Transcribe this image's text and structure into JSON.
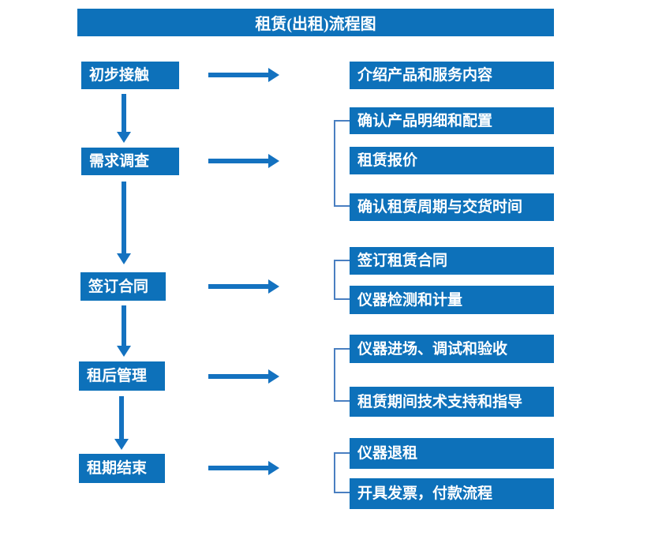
{
  "title": "租赁(出租)流程图",
  "colors": {
    "box_fill": "#0d71ba",
    "arrow": "#1472c0",
    "bracket_line": "#4a7fc1",
    "text": "#ffffff",
    "background": "#ffffff"
  },
  "stages": [
    {
      "label": "初步接触",
      "outputs": [
        "介绍产品和服务内容"
      ]
    },
    {
      "label": "需求调查",
      "outputs": [
        "确认产品明细和配置",
        "租赁报价",
        "确认租赁周期与交货时间"
      ]
    },
    {
      "label": "签订合同",
      "outputs": [
        "签订租赁合同",
        "仪器检测和计量"
      ]
    },
    {
      "label": "租后管理",
      "outputs": [
        "仪器进场、调试和验收",
        "租赁期间技术支持和指导"
      ]
    },
    {
      "label": "租期结束",
      "outputs": [
        "仪器退租",
        "开具发票，付款流程"
      ]
    }
  ]
}
